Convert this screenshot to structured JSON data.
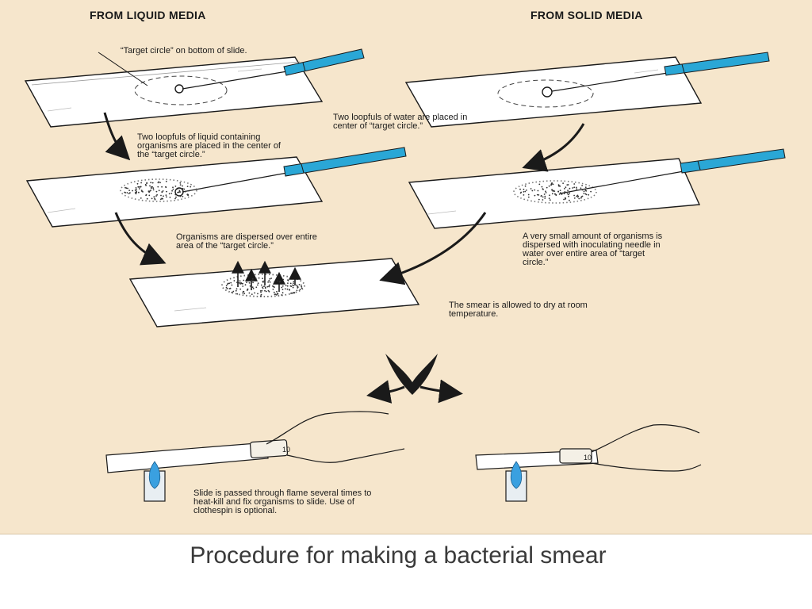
{
  "headers": {
    "liquid": "FROM LIQUID MEDIA",
    "solid": "FROM SOLID MEDIA"
  },
  "labels": {
    "target_circle": "“Target circle” on bottom of slide.",
    "liquid_loopfuls": "Two loopfuls of liquid containing\norganisms are placed in the center of\nthe “target circle.”",
    "water_loopfuls": "Two loopfuls of water are placed in\ncenter of “target circle.”",
    "liquid_dispersed": "Organisms are dispersed over entire\narea of the “target circle.”",
    "solid_dispersed": "A very small amount of organisms is\ndispersed with inoculating needle in\nwater over entire area of “target\ncircle.”",
    "dry": "The smear is allowed to dry at room\ntemperature.",
    "flame": "Slide is passed through flame several times to\nheat-kill and fix organisms to slide. Use of\nclothespin is optional."
  },
  "clothespin_marks": {
    "left": "10",
    "right": "10"
  },
  "caption": "Procedure for making a bacterial smear",
  "colors": {
    "background": "#f6e6cc",
    "loop_handle": "#2aa7d6",
    "flame": "#3aa0e0",
    "ink": "#1a1a1a"
  }
}
